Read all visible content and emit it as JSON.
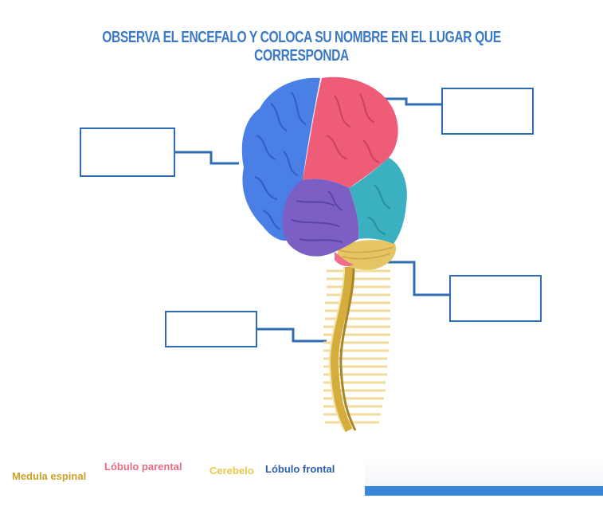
{
  "title": "OBSERVA EL ENCEFALO Y COLOCA SU NOMBRE EN EL LUGAR QUE CORRESPONDA",
  "labels": [
    {
      "text": "Medula espinal",
      "color": "#c9a227"
    },
    {
      "text": "Lóbulo parental",
      "color": "#e46b82"
    },
    {
      "text": "Cerebelo",
      "color": "#e8c84a"
    },
    {
      "text": "Lóbulo frontal",
      "color": "#2c5fa8"
    }
  ],
  "colors": {
    "frontal": "#4a7fe6",
    "parietal": "#ee5c78",
    "temporal": "#7b5fc4",
    "occipital": "#3bb0c0",
    "cerebellum": "#e5c565",
    "spine": "#d9b54a",
    "box_border": "#2f6cb3",
    "accent_bar": "#3b86d6"
  }
}
